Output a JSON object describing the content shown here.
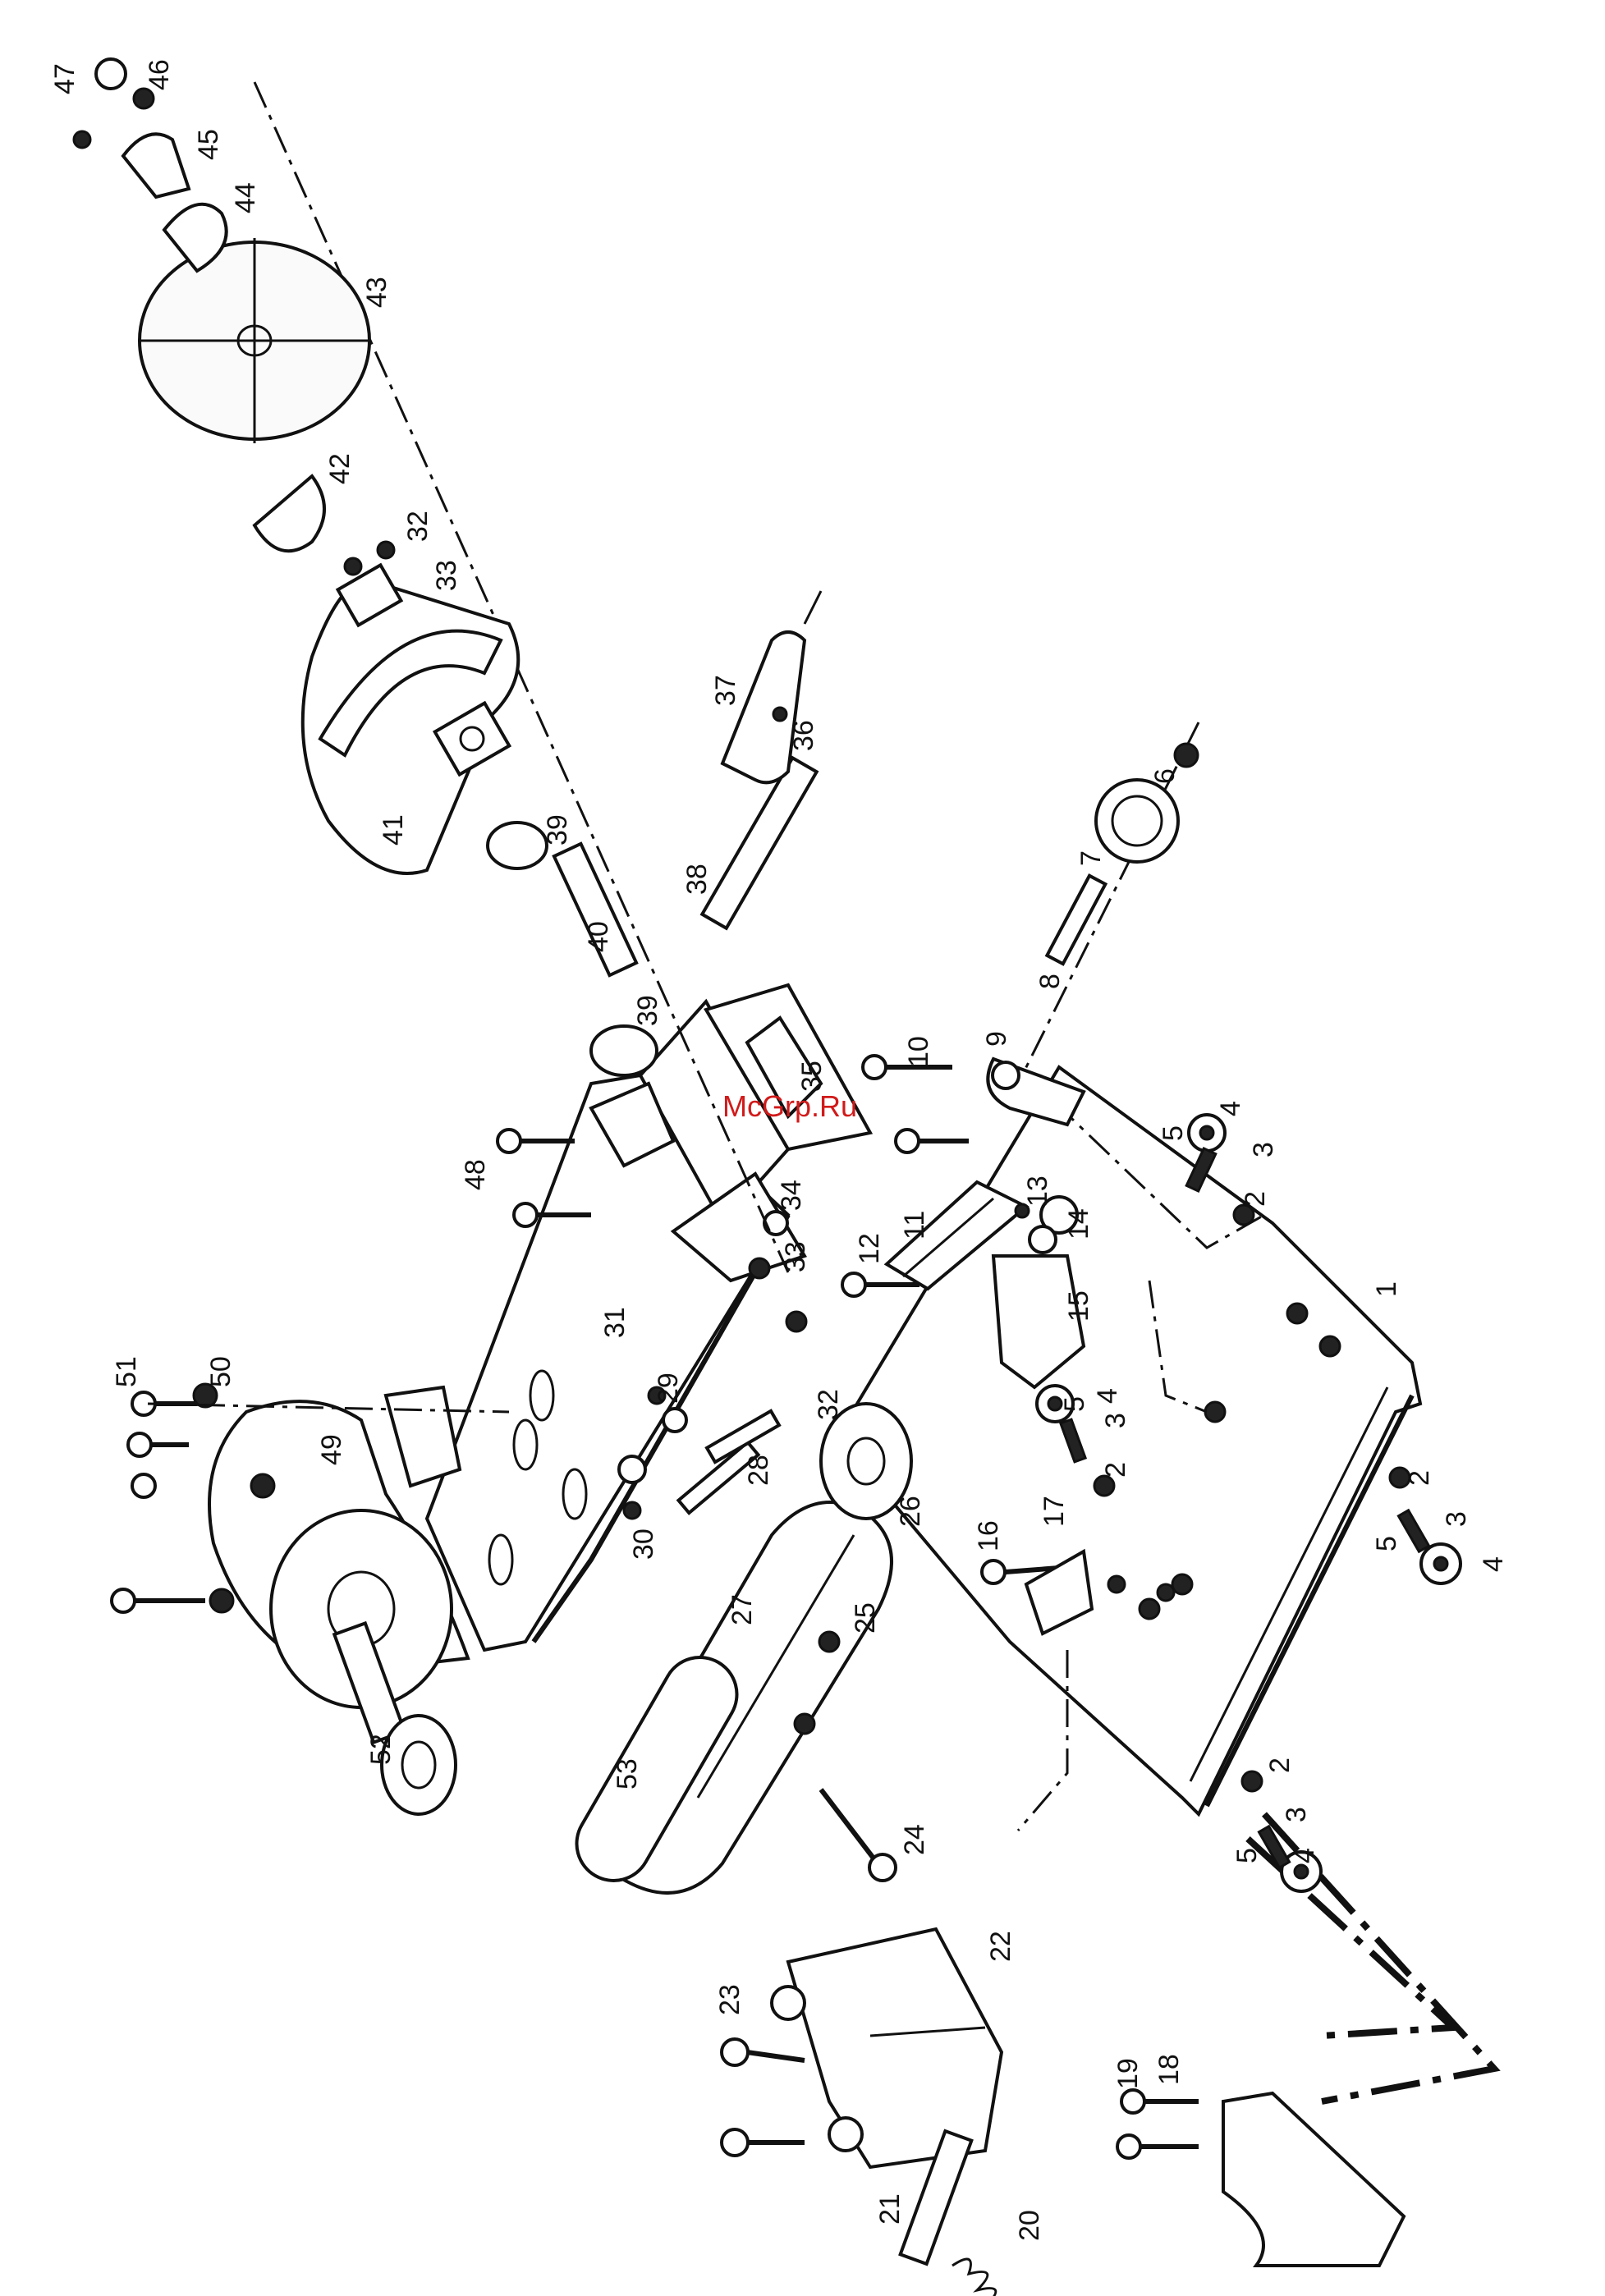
{
  "watermark": {
    "text": "McGrp.Ru",
    "color": "#d11a1a"
  },
  "colors": {
    "ink": "#111111",
    "background": "#ffffff"
  },
  "part_labels": {
    "p1": "1",
    "p2a": "2",
    "p2b": "2",
    "p2c": "2",
    "p2d": "2",
    "p3a": "3",
    "p3b": "3",
    "p3c": "3",
    "p3d": "3",
    "p4a": "4",
    "p4b": "4",
    "p4c": "4",
    "p4d": "4",
    "p5a": "5",
    "p5b": "5",
    "p5c": "5",
    "p5d": "5",
    "p6": "6",
    "p7": "7",
    "p8": "8",
    "p9": "9",
    "p10": "10",
    "p11": "11",
    "p12": "12",
    "p13": "13",
    "p14": "14",
    "p15": "15",
    "p16": "16",
    "p17": "17",
    "p18": "18",
    "p19": "19",
    "p20": "20",
    "p21": "21",
    "p22": "22",
    "p23": "23",
    "p24": "24",
    "p25": "25",
    "p26": "26",
    "p27": "27",
    "p28": "28",
    "p29": "29",
    "p30": "30",
    "p31": "31",
    "p32a": "32",
    "p32b": "32",
    "p33a": "33",
    "p33b": "33",
    "p34": "34",
    "p35": "35",
    "p36": "36",
    "p37": "37",
    "p38": "38",
    "p39a": "39",
    "p39b": "39",
    "p40": "40",
    "p41": "41",
    "p42": "42",
    "p43": "43",
    "p44": "44",
    "p45": "45",
    "p46": "46",
    "p47": "47",
    "p48": "48",
    "p49": "49",
    "p50": "50",
    "p51": "51",
    "p52": "52",
    "p53": "53"
  }
}
